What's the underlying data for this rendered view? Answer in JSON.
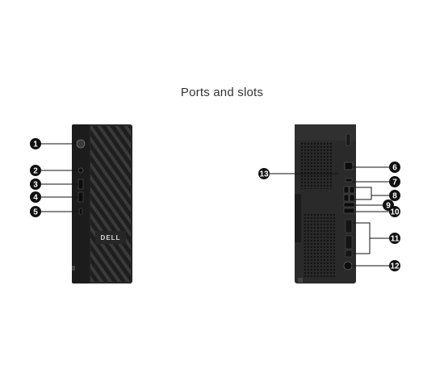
{
  "title": "Ports and slots",
  "front_callouts": [
    {
      "number": "1",
      "label": "power-button"
    },
    {
      "number": "2",
      "label": "audio-jack"
    },
    {
      "number": "3",
      "label": "usb-port-1"
    },
    {
      "number": "4",
      "label": "usb-port-2"
    },
    {
      "number": "5",
      "label": "usb-c-port"
    }
  ],
  "rear_callouts": [
    {
      "number": "6",
      "label": "ethernet-port"
    },
    {
      "number": "7",
      "label": "rear-port-7"
    },
    {
      "number": "8",
      "label": "rear-usb-ports"
    },
    {
      "number": "9",
      "label": "rear-port-9"
    },
    {
      "number": "10",
      "label": "rear-port-10"
    },
    {
      "number": "11",
      "label": "expansion-slots"
    },
    {
      "number": "12",
      "label": "power-connector"
    },
    {
      "number": "13",
      "label": "rear-fan-area"
    }
  ],
  "logo_text": "DELL",
  "colors": {
    "chassis": "#2b2b2b",
    "chassis_dark": "#1a1a1a",
    "callout": "#111111",
    "line": "#111111"
  }
}
